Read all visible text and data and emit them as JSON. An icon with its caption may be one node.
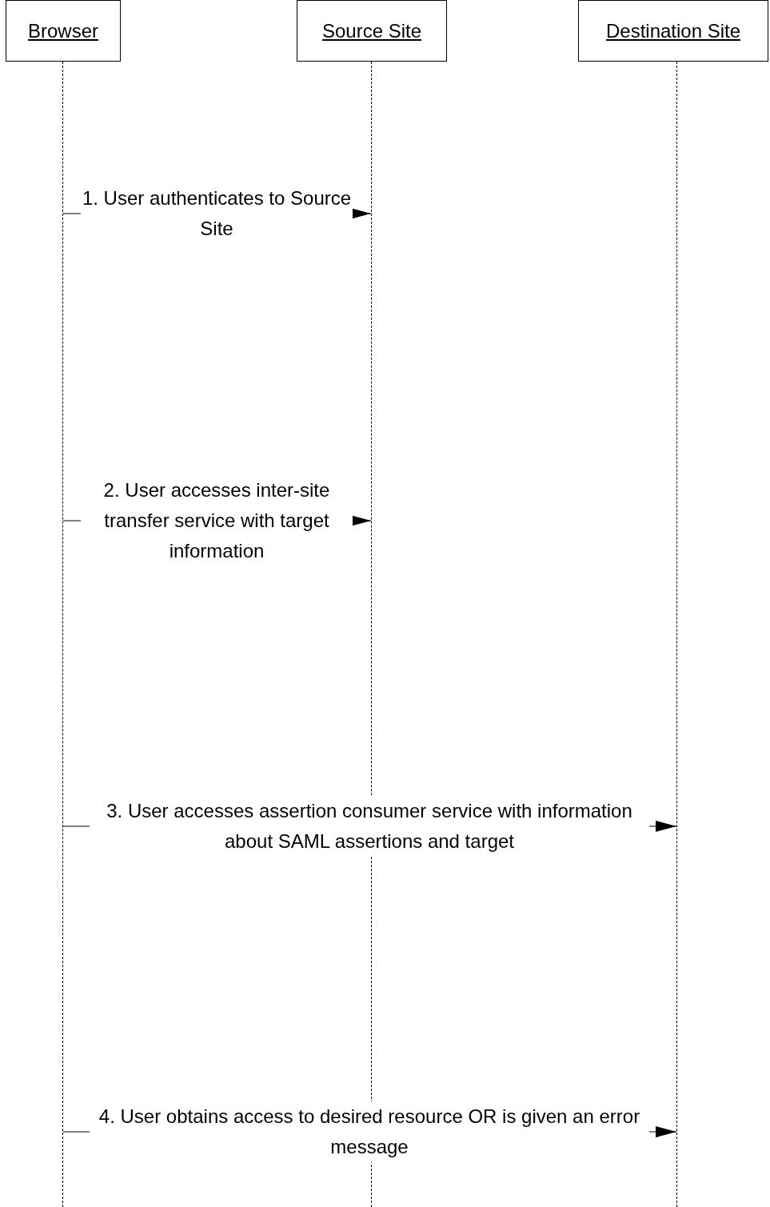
{
  "diagram": {
    "nodes": [
      {
        "text": [
          "Browser"
        ]
      },
      {
        "text": [
          "Source Site"
        ]
      },
      {
        "text": [
          "Destination Site"
        ]
      },
      {
        "text": [],
        "shape": "line"
      },
      {
        "text": [],
        "shape": "line"
      },
      {
        "text": [],
        "shape": "line"
      }
    ],
    "edges": [
      {
        "from": 3,
        "to": 4,
        "arrow": "to",
        "label": "1. User authenticates to Source Site"
      },
      {
        "from": 3,
        "to": 4,
        "arrow": "to",
        "label": "2. User accesses inter-site transfer service with target information"
      },
      {
        "from": 3,
        "to": 5,
        "arrow": "to",
        "label": "3. User accesses assertion consumer service with information about SAML assertions and target"
      },
      {
        "from": 3,
        "to": 5,
        "arrow": "to",
        "label": "4. User obtains access to desired resource OR is given an error message"
      }
    ]
  }
}
